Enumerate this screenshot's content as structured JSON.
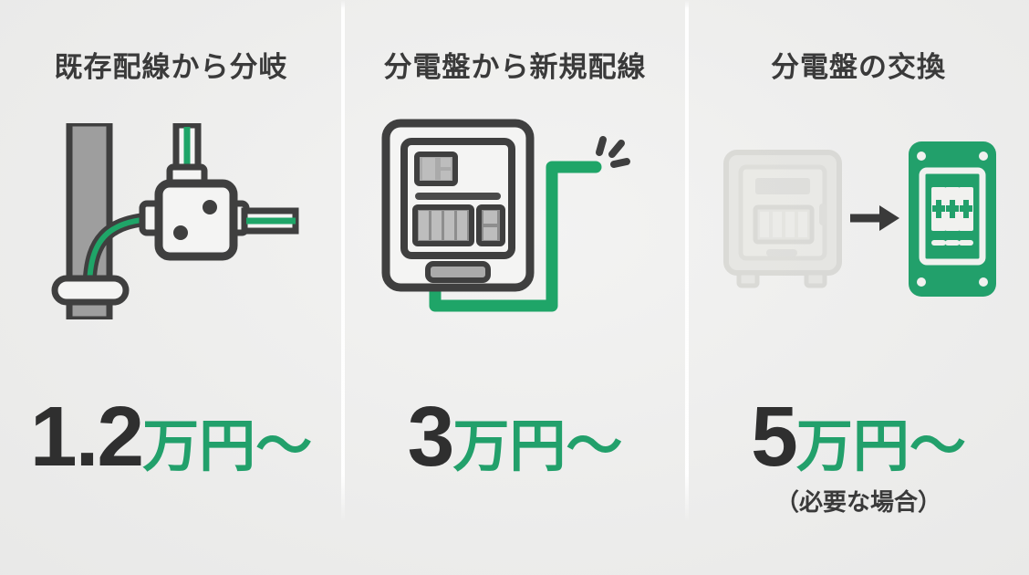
{
  "palette": {
    "background": "#ececeb",
    "accent_green": "#22a06b",
    "ink_dark": "#3a3a3a",
    "number_dark": "#2f2f2f",
    "metal_gray": "#9a9a9a",
    "faded_gray": "#cfcfca"
  },
  "columns": [
    {
      "id": "branch-from-existing-wiring",
      "heading": "既存配線から分岐",
      "illustration": "conduit-branch-junction-box-icon",
      "price_number": "1.2",
      "price_unit": "万円〜",
      "note": ""
    },
    {
      "id": "new-wiring-from-distribution-board",
      "heading": "分電盤から新規配線",
      "illustration": "distribution-board-new-cable-icon",
      "price_number": "3",
      "price_unit": "万円〜",
      "note": ""
    },
    {
      "id": "distribution-board-replacement",
      "heading": "分電盤の交換",
      "illustration": "distribution-board-replacement-arrow-icon",
      "price_number": "5",
      "price_unit": "万円〜",
      "note": "（必要な場合）"
    }
  ]
}
